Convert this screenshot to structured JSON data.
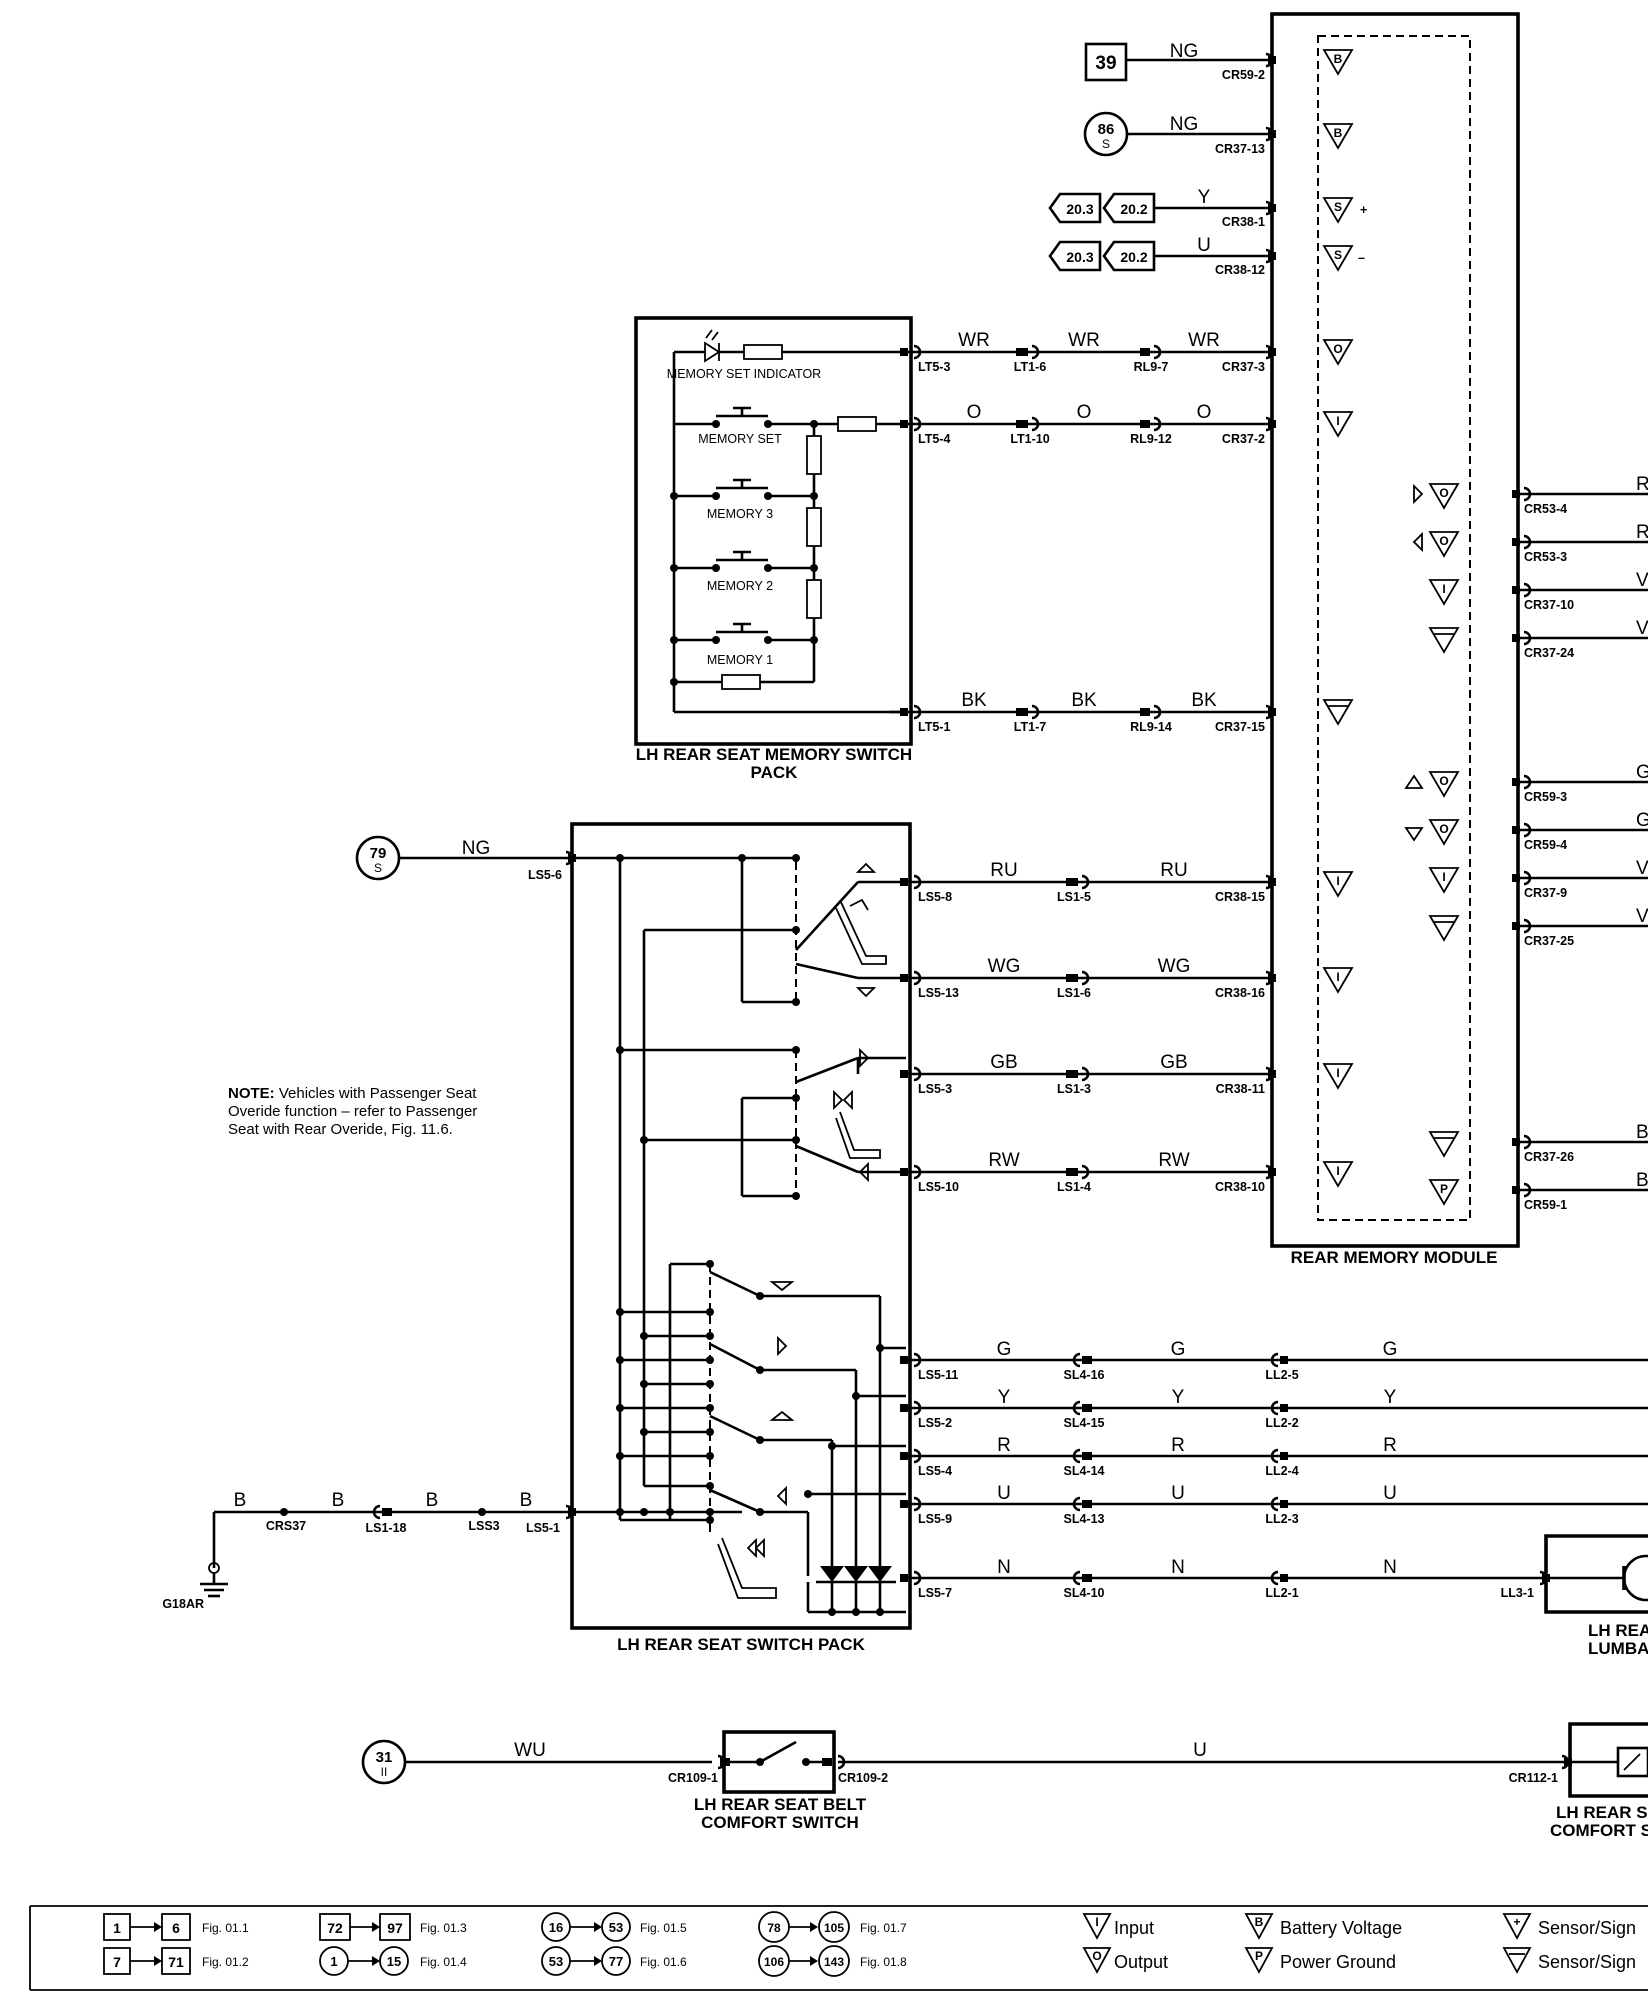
{
  "boxes": {
    "memory_pack": "LH REAR SEAT MEMORY SWITCH PACK",
    "switch_pack": "LH REAR SEAT SWITCH PACK",
    "module": "REAR MEMORY MODULE",
    "belt_switch": "LH REAR SEAT BELT COMFORT SWITCH",
    "lumbar": "LH REAR LUMBAI",
    "belt_comfort_right": "LH REAR S COMFORT S"
  },
  "memory_pack_labels": [
    "MEMORY SET INDICATOR",
    "MEMORY SET",
    "MEMORY 3",
    "MEMORY 2",
    "MEMORY 1"
  ],
  "refs": {
    "r39": "39",
    "r86": "86",
    "r86_sub": "S",
    "r20_3": "20.3",
    "r20_2": "20.2",
    "r79": "79",
    "r79_sub": "S",
    "r31": "31",
    "r31_sub": "II"
  },
  "module_top_wires": [
    {
      "color": "NG",
      "pin": "CR59-2",
      "sym": "B"
    },
    {
      "color": "NG",
      "pin": "CR37-13",
      "sym": "B"
    },
    {
      "color": "Y",
      "pin": "CR38-1",
      "sym": "S",
      "suffix": "+"
    },
    {
      "color": "U",
      "pin": "CR38-12",
      "sym": "S",
      "suffix": "–"
    }
  ],
  "memory_wires": [
    {
      "c1": "WR",
      "c2": "WR",
      "c3": "WR",
      "p1": "LT5-3",
      "p2": "LT1-6",
      "p3": "RL9-7",
      "p4": "CR37-3",
      "sym": "O"
    },
    {
      "c1": "O",
      "c2": "O",
      "c3": "O",
      "p1": "LT5-4",
      "p2": "LT1-10",
      "p3": "RL9-12",
      "p4": "CR37-2",
      "sym": "I"
    },
    {
      "c1": "BK",
      "c2": "BK",
      "c3": "BK",
      "p1": "LT5-1",
      "p2": "LT1-7",
      "p3": "RL9-14",
      "p4": "CR37-15",
      "sym": ""
    }
  ],
  "switch_wires": [
    {
      "c1": "RU",
      "c2": "RU",
      "p1": "LS5-8",
      "p2": "LS1-5",
      "p3": "CR38-15"
    },
    {
      "c1": "WG",
      "c2": "WG",
      "p1": "LS5-13",
      "p2": "LS1-6",
      "p3": "CR38-16"
    },
    {
      "c1": "GB",
      "c2": "GB",
      "p1": "LS5-3",
      "p2": "LS1-3",
      "p3": "CR38-11"
    },
    {
      "c1": "RW",
      "c2": "RW",
      "p1": "LS5-10",
      "p2": "LS1-4",
      "p3": "CR38-10"
    }
  ],
  "right_side_outputs": [
    {
      "pin": "CR53-4",
      "wire": "R",
      "sym": "O"
    },
    {
      "pin": "CR53-3",
      "wire": "R",
      "sym": "O"
    },
    {
      "pin": "CR37-10",
      "wire": "V",
      "sym": "I"
    },
    {
      "pin": "CR37-24",
      "wire": "V",
      "sym": ""
    },
    {
      "pin": "CR59-3",
      "wire": "G",
      "sym": "O"
    },
    {
      "pin": "CR59-4",
      "wire": "G",
      "sym": "O"
    },
    {
      "pin": "CR37-9",
      "wire": "V",
      "sym": "I"
    },
    {
      "pin": "CR37-25",
      "wire": "V",
      "sym": ""
    },
    {
      "pin": "CR37-26",
      "wire": "B",
      "sym": ""
    },
    {
      "pin": "CR59-1",
      "wire": "B",
      "sym": "P"
    }
  ],
  "lumbar_wires": [
    {
      "c": "G",
      "p1": "LS5-11",
      "p2": "SL4-16",
      "p3": "LL2-5"
    },
    {
      "c": "Y",
      "p1": "LS5-2",
      "p2": "SL4-15",
      "p3": "LL2-2"
    },
    {
      "c": "R",
      "p1": "LS5-4",
      "p2": "SL4-14",
      "p3": "LL2-4"
    },
    {
      "c": "U",
      "p1": "LS5-9",
      "p2": "SL4-13",
      "p3": "LL2-3"
    },
    {
      "c": "N",
      "p1": "LS5-7",
      "p2": "SL4-10",
      "p3": "LL2-1",
      "p4": "LL3-1"
    }
  ],
  "feed": {
    "color": "NG",
    "pin": "LS5-6"
  },
  "ground": {
    "c1": "B",
    "c2": "B",
    "c3": "B",
    "c4": "B",
    "splice1": "CRS37",
    "conn": "LS1-18",
    "splice2": "LSS3",
    "pin": "LS5-1",
    "ground": "G18AR"
  },
  "belt": {
    "c1": "WU",
    "c2": "U",
    "p1": "CR109-1",
    "p2": "CR109-2",
    "p3": "CR112-1"
  },
  "note": {
    "bold": "NOTE:",
    "lines": [
      "Vehicles with Passenger Seat",
      "Overide function – refer to Passenger",
      "Seat with Rear Overide, Fig. 11.6."
    ]
  },
  "legend": {
    "fig_refs": [
      {
        "from": "1",
        "to": "6",
        "fig": "Fig. 01.1"
      },
      {
        "from": "7",
        "to": "71",
        "fig": "Fig. 01.2"
      },
      {
        "from": "72",
        "to": "97",
        "fig": "Fig. 01.3"
      },
      {
        "from": "1",
        "to": "15",
        "fig": "Fig. 01.4"
      },
      {
        "from": "16",
        "to": "53",
        "fig": "Fig. 01.5"
      },
      {
        "from": "53",
        "to": "77",
        "fig": "Fig. 01.6"
      },
      {
        "from": "78",
        "to": "105",
        "fig": "Fig. 01.7"
      },
      {
        "from": "106",
        "to": "143",
        "fig": "Fig. 01.8"
      }
    ],
    "symbols": {
      "input": "Input",
      "output": "Output",
      "battery": "Battery Voltage",
      "power_ground": "Power Ground",
      "sensor1": "Sensor/Sign",
      "sensor2": "Sensor/Sign"
    }
  }
}
